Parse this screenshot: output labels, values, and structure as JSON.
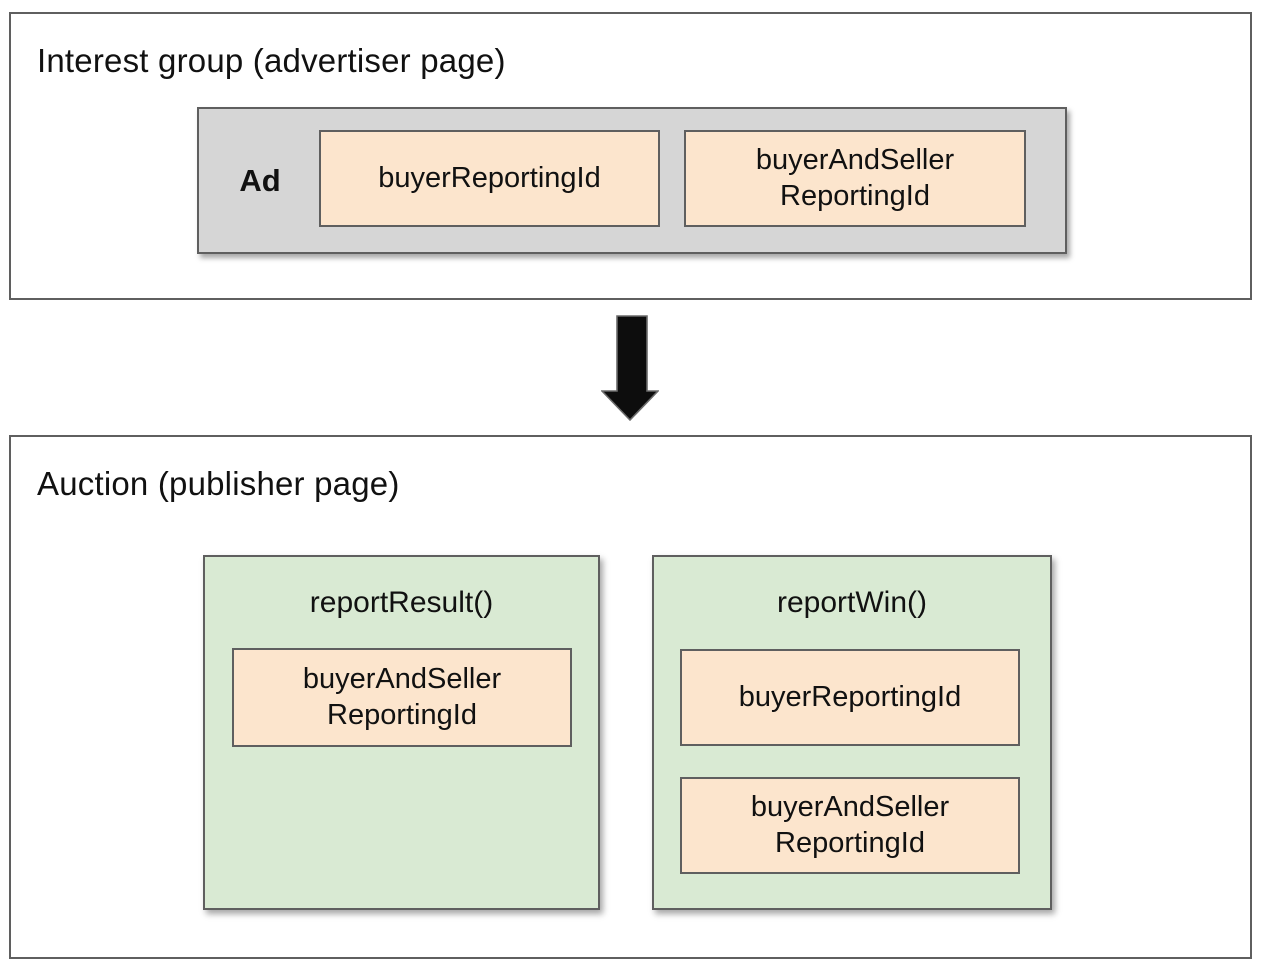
{
  "colors": {
    "peach_fill": "#fce5cd",
    "green_fill": "#d9ead3",
    "gray_fill": "#d6d6d6",
    "border_color": "#5f5f5f",
    "text_color": "#111111",
    "arrow_fill": "#0d0d0d",
    "canvas_bg": "#ffffff"
  },
  "interest_group": {
    "title": "Interest group (advertiser page)",
    "ad": {
      "label": "Ad",
      "fields": [
        "buyerReportingId",
        "buyerAndSeller\nReportingId"
      ]
    }
  },
  "arrow": {
    "icon": "down-arrow"
  },
  "auction": {
    "title": "Auction (publisher page)",
    "functions": [
      {
        "name": "reportResult()",
        "fields": [
          "buyerAndSeller\nReportingId"
        ]
      },
      {
        "name": "reportWin()",
        "fields": [
          "buyerReportingId",
          "buyerAndSeller\nReportingId"
        ]
      }
    ]
  }
}
